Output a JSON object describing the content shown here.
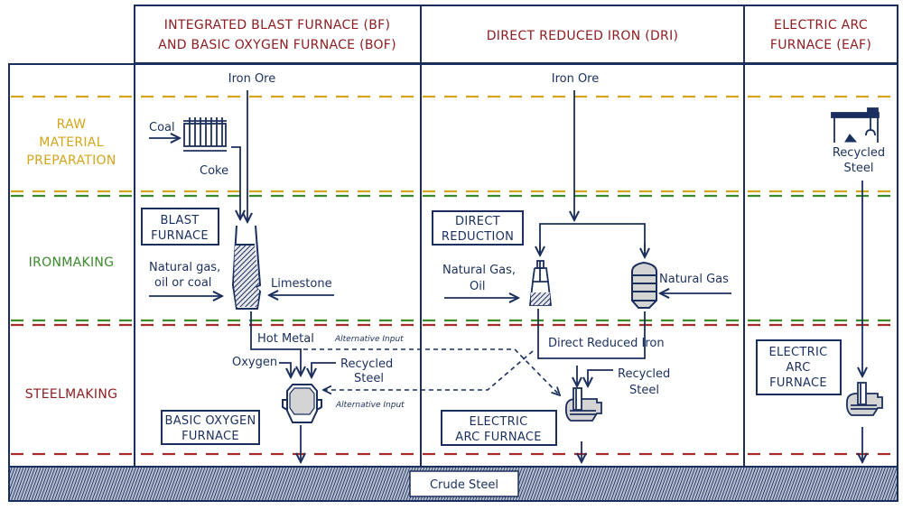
{
  "columns": [
    {
      "id": "bf_bof",
      "title_line1": "INTEGRATED BLAST FURNACE (BF)",
      "title_line2": "AND BASIC OXYGEN FURNACE (BOF)"
    },
    {
      "id": "dri",
      "title_line1": "DIRECT REDUCED IRON (DRI)",
      "title_line2": ""
    },
    {
      "id": "eaf",
      "title_line1": "ELECTRIC ARC",
      "title_line2": "FURNACE (EAF)"
    }
  ],
  "stages": [
    {
      "id": "raw",
      "line1": "RAW",
      "line2": "MATERIAL",
      "line3": "PREPARATION",
      "color": "#d4a419"
    },
    {
      "id": "iron",
      "line1": "IRONMAKING",
      "color": "#3a8a2a"
    },
    {
      "id": "steel",
      "line1": "STEELMAKING",
      "color": "#8e1b1f"
    }
  ],
  "colors": {
    "navy": "#1b2f5e",
    "header_red": "#8e1b1f",
    "raw_yellow": "#d4a419",
    "iron_green": "#3a8a2a",
    "steel_red": "#a82a2a",
    "fill_grey": "#d4d4d4"
  },
  "bf": {
    "iron_ore": "Iron Ore",
    "coal": "Coal",
    "coke": "Coke",
    "box_line1": "BLAST",
    "box_line2": "FURNACE",
    "fuel_line1": "Natural gas,",
    "fuel_line2": "oil or coal",
    "limestone": "Limestone",
    "hot_metal": "Hot Metal",
    "alt_input_top": "Alternative Input",
    "oxygen": "Oxygen",
    "recycled_line1": "Recycled",
    "recycled_line2": "Steel",
    "alt_input_bottom": "Alternative Input",
    "bof_line1": "BASIC OXYGEN",
    "bof_line2": "FURNACE"
  },
  "dri": {
    "iron_ore": "Iron Ore",
    "box_line1": "DIRECT",
    "box_line2": "REDUCTION",
    "fuel_line1": "Natural Gas,",
    "fuel_line2": "Oil",
    "natural_gas": "Natural Gas",
    "dri_label": "Direct Reduced Iron",
    "recycled_line1": "Recycled",
    "recycled_line2": "Steel",
    "eaf_line1": "ELECTRIC",
    "eaf_line2": "ARC FURNACE"
  },
  "eaf": {
    "recycled_line1": "Recycled",
    "recycled_line2": "Steel",
    "box_line1": "ELECTRIC",
    "box_line2": "ARC",
    "box_line3": "FURNACE"
  },
  "output": {
    "crude_steel": "Crude Steel"
  }
}
